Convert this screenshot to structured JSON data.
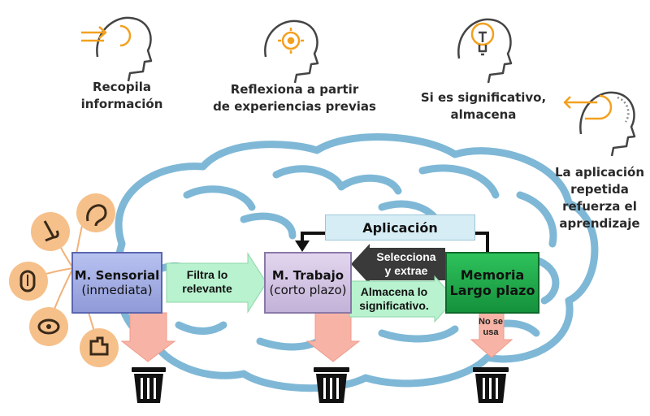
{
  "steps": [
    {
      "label_lines": [
        "Recopila",
        "información"
      ],
      "icon": "head-arrow-in-icon"
    },
    {
      "label_lines": [
        "Reflexiona a partir",
        "de experiencias previas"
      ],
      "icon": "head-gear-icon"
    },
    {
      "label_lines": [
        "Si es significativo,",
        "almacena"
      ],
      "icon": "head-lightbulb-icon"
    },
    {
      "label_lines": [
        "La aplicación",
        "repetida",
        "refuerza el",
        "aprendizaje"
      ],
      "icon": "head-loop-arrow-icon"
    }
  ],
  "senses": [
    "nose-icon",
    "ear-icon",
    "tongue-icon",
    "eye-icon",
    "hand-icon"
  ],
  "boxes": {
    "sensorial": {
      "line1": "M. Sensorial",
      "line2": "(inmediata)",
      "color": "#a8b3e6"
    },
    "trabajo": {
      "line1": "M. Trabajo",
      "line2": "(corto plazo)",
      "color": "#d8c8e6"
    },
    "largo": {
      "line1": "Memoria",
      "line2": "Largo plazo",
      "color": "#1fae4b"
    }
  },
  "arrows": {
    "filtra": {
      "line1": "Filtra lo",
      "line2": "relevante",
      "color": "#b8f2cf"
    },
    "selecciona": {
      "line1": "Selecciona",
      "line2": "y extrae",
      "color": "#3a3a3a"
    },
    "almacena": {
      "line1": "Almacena lo",
      "line2": "significativo.",
      "color": "#b8f2cf"
    },
    "aplicacion": {
      "label": "Aplicación",
      "color": "#cfe8f2"
    },
    "no_se_usa": {
      "line1": "No se",
      "line2": "usa"
    }
  },
  "colors": {
    "brain": "#7fb8d6",
    "trash": "#111111",
    "down_arrow": "#f7b4a6",
    "petal": "#f6c08a"
  }
}
